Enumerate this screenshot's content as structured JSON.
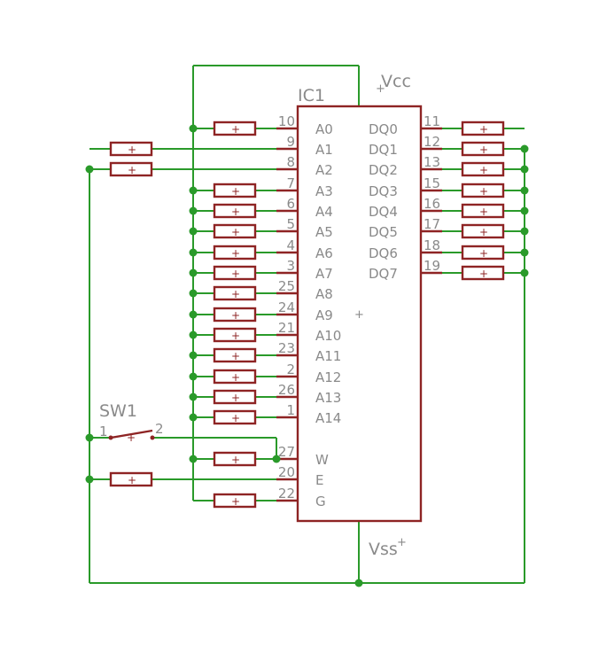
{
  "ic": {
    "name": "IC1",
    "vcc_label": "Vcc",
    "vss_label": "Vss",
    "left_pins": [
      {
        "num": "10",
        "name": "A0"
      },
      {
        "num": "9",
        "name": "A1"
      },
      {
        "num": "8",
        "name": "A2"
      },
      {
        "num": "7",
        "name": "A3"
      },
      {
        "num": "6",
        "name": "A4"
      },
      {
        "num": "5",
        "name": "A5"
      },
      {
        "num": "4",
        "name": "A6"
      },
      {
        "num": "3",
        "name": "A7"
      },
      {
        "num": "25",
        "name": "A8"
      },
      {
        "num": "24",
        "name": "A9"
      },
      {
        "num": "21",
        "name": "A10"
      },
      {
        "num": "23",
        "name": "A11"
      },
      {
        "num": "2",
        "name": "A12"
      },
      {
        "num": "26",
        "name": "A13"
      },
      {
        "num": "1",
        "name": "A14"
      },
      {
        "num": "27",
        "name": "W"
      },
      {
        "num": "20",
        "name": "E"
      },
      {
        "num": "22",
        "name": "G"
      }
    ],
    "right_pins": [
      {
        "num": "11",
        "name": "DQ0"
      },
      {
        "num": "12",
        "name": "DQ1"
      },
      {
        "num": "13",
        "name": "DQ2"
      },
      {
        "num": "15",
        "name": "DQ3"
      },
      {
        "num": "16",
        "name": "DQ4"
      },
      {
        "num": "17",
        "name": "DQ5"
      },
      {
        "num": "18",
        "name": "DQ6"
      },
      {
        "num": "19",
        "name": "DQ7"
      }
    ]
  },
  "switch": {
    "name": "SW1",
    "pin1": "1",
    "pin2": "2"
  },
  "colors": {
    "wire": "#2a9a2a",
    "part": "#8e2424",
    "label": "#8a8a8a"
  }
}
